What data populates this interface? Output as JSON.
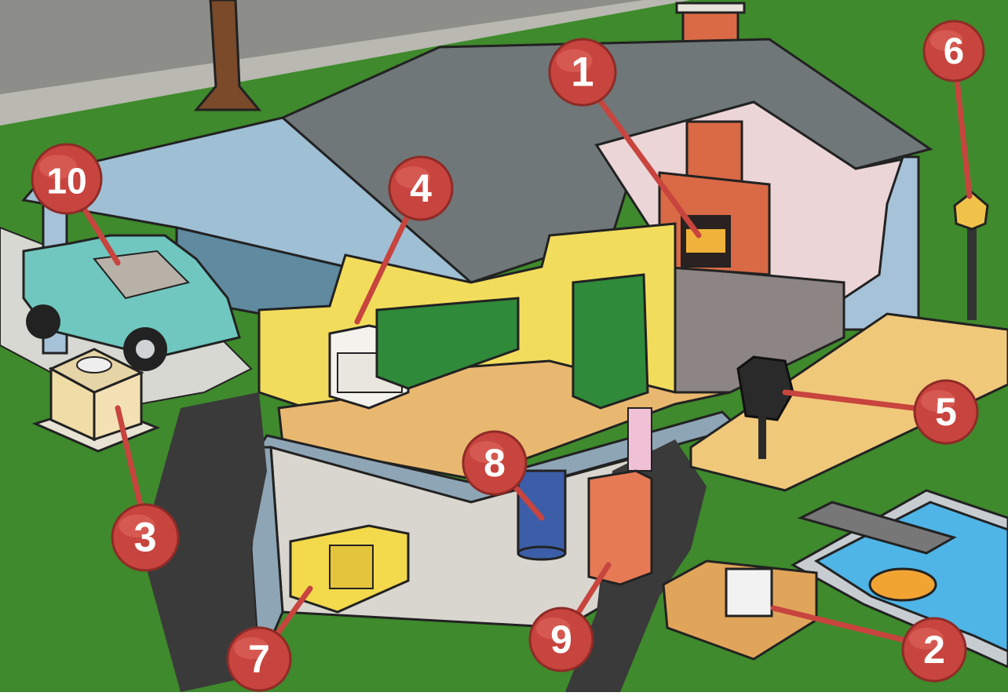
{
  "diagram": {
    "markers": [
      {
        "label": "1",
        "target": "fireplace"
      },
      {
        "label": "2",
        "target": "pool-pump"
      },
      {
        "label": "3",
        "target": "ac-condenser"
      },
      {
        "label": "4",
        "target": "kitchen-range"
      },
      {
        "label": "5",
        "target": "grill"
      },
      {
        "label": "6",
        "target": "post-lamp"
      },
      {
        "label": "7",
        "target": "washer-dryer"
      },
      {
        "label": "8",
        "target": "water-heater"
      },
      {
        "label": "9",
        "target": "furnace"
      },
      {
        "label": "10",
        "target": "car"
      }
    ],
    "colors": {
      "marker": "#c8443e",
      "marker_highlight": "#e0675f",
      "grass": "#3f8a2c",
      "roof": "#6f7778",
      "wall_pink": "#ecd5d6",
      "brick": "#d96a45",
      "kitchen_wall": "#f2dc5c",
      "floor": "#e9b870",
      "basement": "#d9d6cf",
      "garage": "#9fbfd4",
      "pool": "#4fb4e6"
    }
  }
}
